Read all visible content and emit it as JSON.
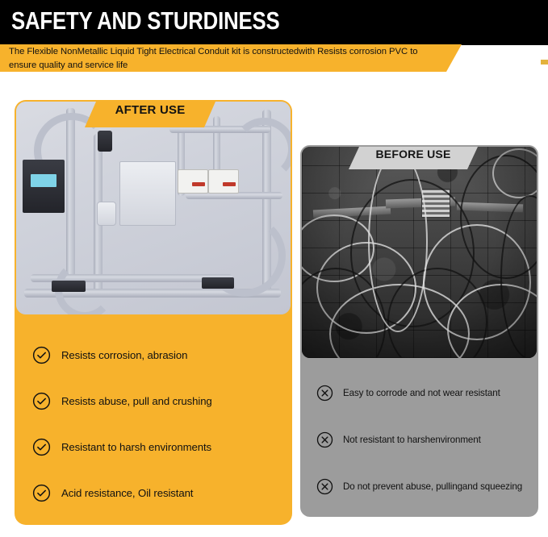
{
  "header": {
    "title": "SAFETY AND STURDINESS",
    "subtitle_line1": "The Flexible NonMetallic Liquid Tight Electrical Conduit kit is constructedwith Resists corrosion PVC",
    "subtitle_line2": "to ensure quality and service life",
    "bar_color": "#000000",
    "banner_color": "#f7b22c",
    "title_color": "#ffffff"
  },
  "after_panel": {
    "banner_label": "AFTER USE",
    "banner_color": "#f7b22c",
    "card_color": "#f7b22c",
    "photo_alt": "Neatly routed flexible nonmetallic liquid tight conduit on a wall with control boxes, LCD controller and outlets",
    "bullets": [
      {
        "icon": "check-circle-icon",
        "text": "Resists corrosion, abrasion"
      },
      {
        "icon": "check-circle-icon",
        "text": "Resists abuse, pull and crushing"
      },
      {
        "icon": "check-circle-icon",
        "text": "Resistant to harsh environments"
      },
      {
        "icon": "check-circle-icon",
        "text": "Acid resistance, Oil resistant"
      }
    ]
  },
  "before_panel": {
    "banner_label": "BEFORE USE",
    "banner_color": "#d2d2d2",
    "card_color": "#9c9c9c",
    "photo_alt": "Black and white photo of tangled unprotected cables on a brick wall",
    "bullets": [
      {
        "icon": "x-circle-icon",
        "text": "Easy to corrode and not wear resistant"
      },
      {
        "icon": "x-circle-icon",
        "text": "Not resistant to harshenvironment"
      },
      {
        "icon": "x-circle-icon",
        "text": "Do not prevent abuse, pullingand squeezing"
      }
    ]
  }
}
